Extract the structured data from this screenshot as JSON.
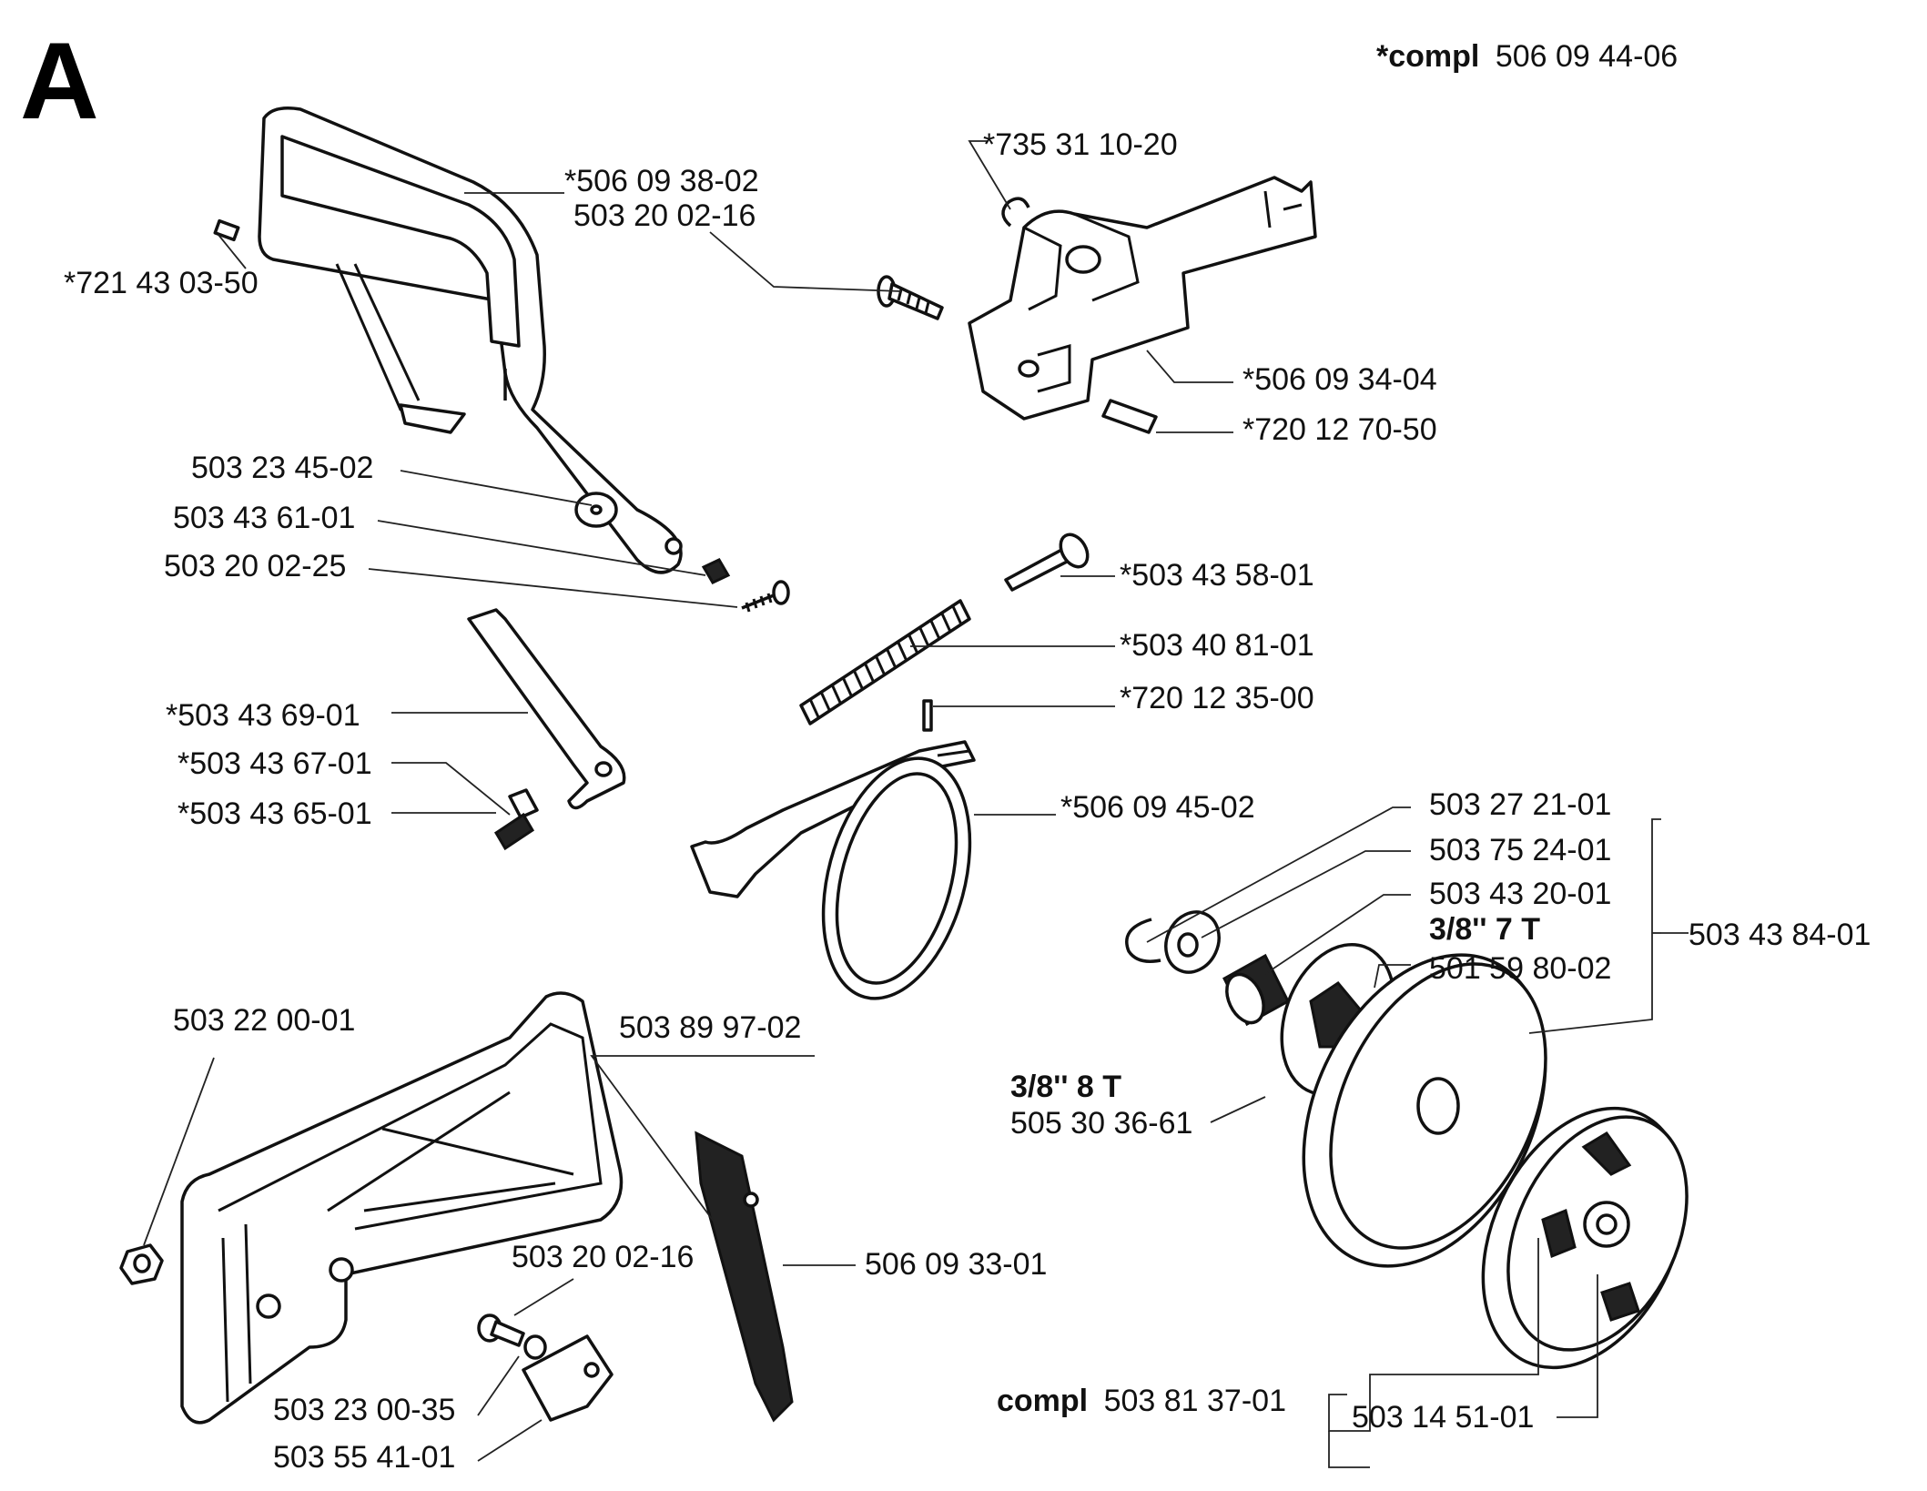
{
  "section_letter": "A",
  "assembly_note": {
    "prefix": "*compl",
    "part": "506 09 44-06"
  },
  "labels": {
    "p721_43_03_50": "*721 43 03-50",
    "p506_09_38_02": "*506 09 38-02",
    "p503_20_02_16_top": "503 20 02-16",
    "p735_31_10_20": "*735 31 10-20",
    "p506_09_34_04": "*506 09 34-04",
    "p720_12_70_50": "*720 12 70-50",
    "p503_23_45_02": "503 23 45-02",
    "p503_43_61_01": "503 43 61-01",
    "p503_20_02_25": "503 20 02-25",
    "p503_43_58_01": "*503 43 58-01",
    "p503_40_81_01": "*503 40 81-01",
    "p720_12_35_00": "*720 12 35-00",
    "p503_43_69_01": "*503 43  69-01",
    "p503_43_67_01": "*503 43 67-01",
    "p503_43_65_01": "*503 43 65-01",
    "p506_09_45_02": "*506 09 45-02",
    "p503_27_21_01": "503 27 21-01",
    "p503_75_24_01": "503 75 24-01",
    "p503_43_20_01": "503 43 20-01",
    "spec_7t": "3/8'' 7 T",
    "p501_59_80_02": "501 59 80-02",
    "p503_43_84_01": "503 43 84-01",
    "p503_22_00_01": "503 22 00-01",
    "p503_89_97_02": "503 89 97-02",
    "spec_8t": "3/8'' 8 T",
    "p505_30_36_61": "505 30 36-61",
    "p503_20_02_16_bottom": "503 20 02-16",
    "p506_09_33_01": "506 09 33-01",
    "p503_23_00_35": "503 23 00-35",
    "p503_55_41_01": "503 55 41-01",
    "compl_prefix": "compl",
    "p503_81_37_01": "503 81 37-01",
    "p503_14_51_01": "503 14 51-01"
  }
}
